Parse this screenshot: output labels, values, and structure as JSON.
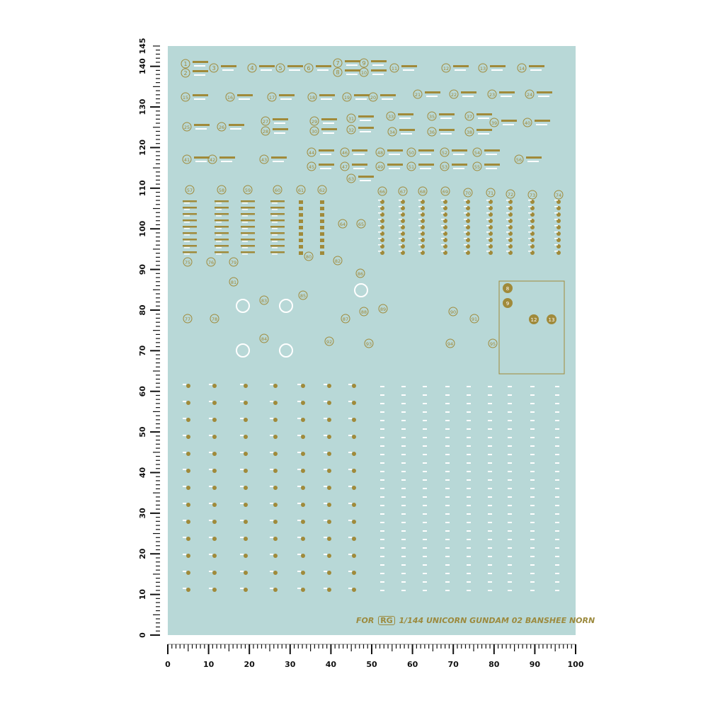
{
  "sheet": {
    "title_prefix": "FOR",
    "title_badge": "RG",
    "title_text": "1/144 UNICORN GUNDAM 02 BANSHEE NORN",
    "colors": {
      "background": "#b8d8d7",
      "gold": "#a08a3a",
      "white": "#ffffff",
      "ruler": "#111111"
    },
    "decal_numbers": [
      "1",
      "2",
      "3",
      "4",
      "5",
      "6",
      "7",
      "8",
      "9",
      "10",
      "11",
      "12",
      "13",
      "14",
      "15",
      "16",
      "17",
      "18",
      "19",
      "20",
      "21",
      "22",
      "23",
      "24",
      "25",
      "26",
      "27",
      "28",
      "29",
      "30",
      "31",
      "32",
      "33",
      "34",
      "35",
      "36",
      "37",
      "38",
      "39",
      "40",
      "41",
      "42",
      "43",
      "44",
      "45",
      "46",
      "47",
      "48",
      "49",
      "50",
      "51",
      "52",
      "53",
      "54",
      "55",
      "56",
      "57",
      "58",
      "59",
      "60",
      "61",
      "62",
      "63",
      "64",
      "65",
      "66",
      "67",
      "68",
      "69",
      "70",
      "71",
      "72",
      "73",
      "74",
      "75",
      "76",
      "77",
      "78",
      "79",
      "80",
      "81",
      "82",
      "83",
      "84",
      "85",
      "86",
      "87",
      "88",
      "89",
      "90",
      "91",
      "92",
      "93",
      "94",
      "95"
    ],
    "inset_numbers": [
      "8",
      "9",
      "12",
      "13"
    ]
  },
  "ruler": {
    "x_labels": [
      "0",
      "10",
      "20",
      "30",
      "40",
      "50",
      "60",
      "70",
      "80",
      "90",
      "100"
    ],
    "y_labels": [
      "0",
      "10",
      "20",
      "30",
      "40",
      "50",
      "60",
      "70",
      "80",
      "90",
      "100",
      "110",
      "120",
      "130",
      "140",
      "145"
    ]
  }
}
